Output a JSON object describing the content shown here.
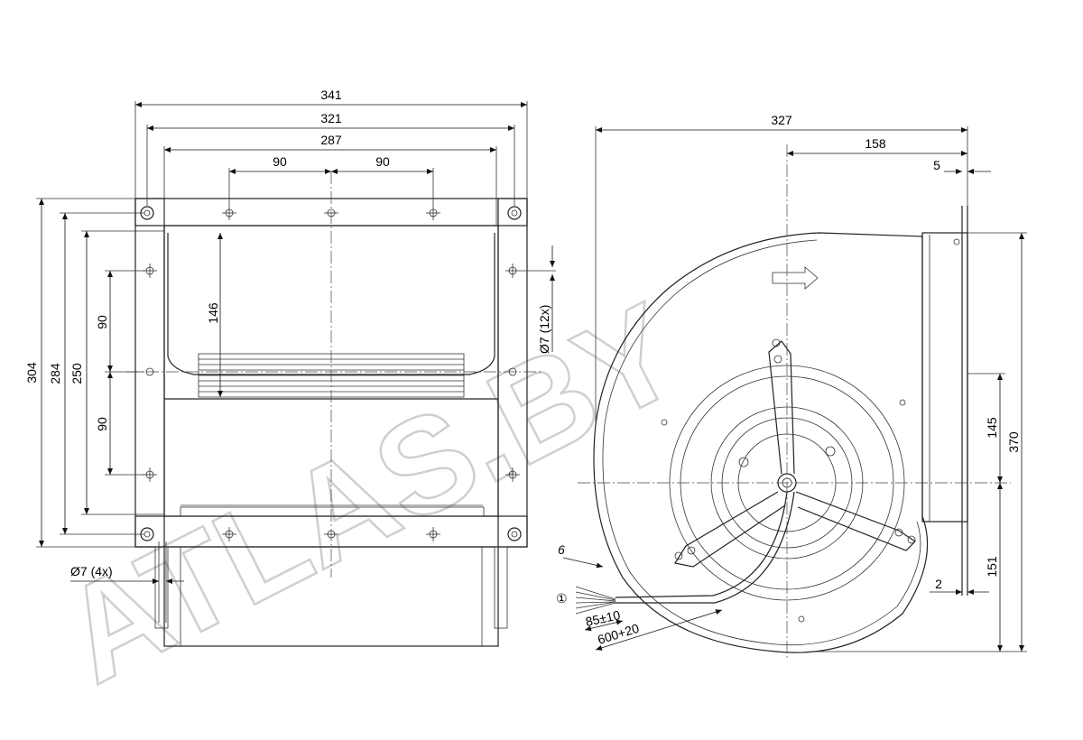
{
  "watermark": "ATLAS.BY",
  "front_view": {
    "dims": {
      "d341": "341",
      "d321": "321",
      "d287": "287",
      "d90a": "90",
      "d90b": "90",
      "d146": "146",
      "d304": "304",
      "d284": "284",
      "d250": "250",
      "d90c": "90",
      "d90d": "90",
      "holes_side": "Ø7 (12x)",
      "holes_corner": "Ø7 (4x)"
    }
  },
  "side_view": {
    "dims": {
      "d327": "327",
      "d158": "158",
      "d5": "5",
      "d370": "370",
      "d145": "145",
      "d151": "151",
      "d2": "2",
      "d6": "6",
      "cable_strip": "85±10",
      "cable_length": "600+20",
      "callout": "①"
    }
  }
}
